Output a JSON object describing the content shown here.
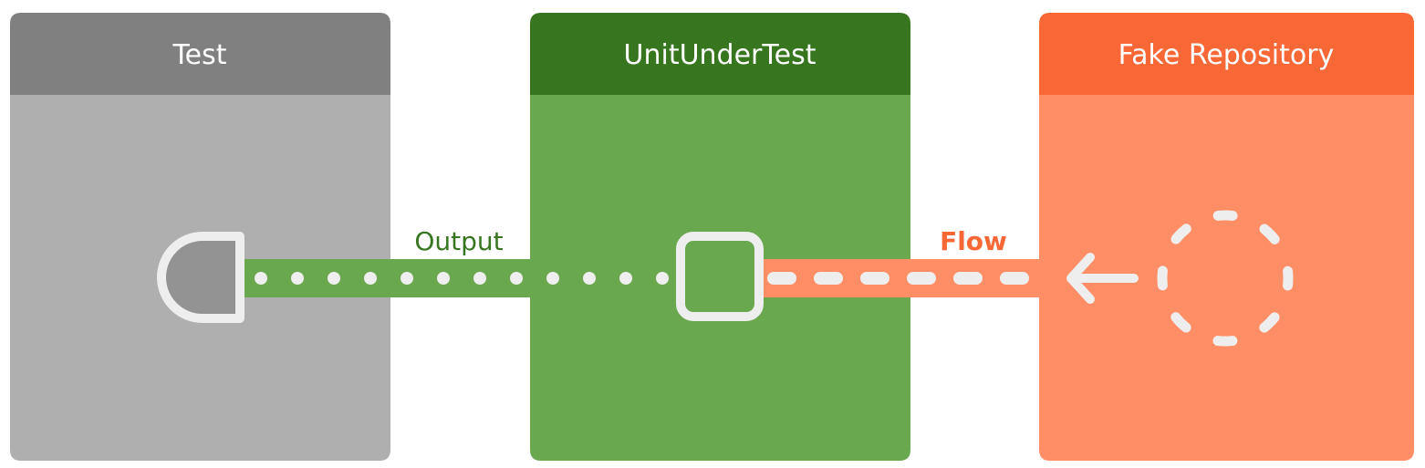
{
  "boxes": {
    "test": {
      "title": "Test",
      "header_color": "#808080",
      "body_color": "#afafaf"
    },
    "unit": {
      "title": "UnitUnderTest",
      "header_color": "#37761f",
      "body_color": "#6aa84f"
    },
    "repo": {
      "title": "Fake Repository",
      "header_color": "#f76836",
      "body_color": "#ff8d66"
    }
  },
  "connectors": {
    "output": {
      "label": "Output",
      "color": "#37761f",
      "band_color": "#6aa84f"
    },
    "flow": {
      "label": "Flow",
      "color": "#f76836",
      "band_color": "#ff8d66"
    }
  },
  "symbols": {
    "test_end": "half-circle-socket-icon",
    "unit_node": "rounded-square-icon",
    "repo_source": "dashed-circle-icon",
    "flow_direction": "arrow-left-icon"
  }
}
